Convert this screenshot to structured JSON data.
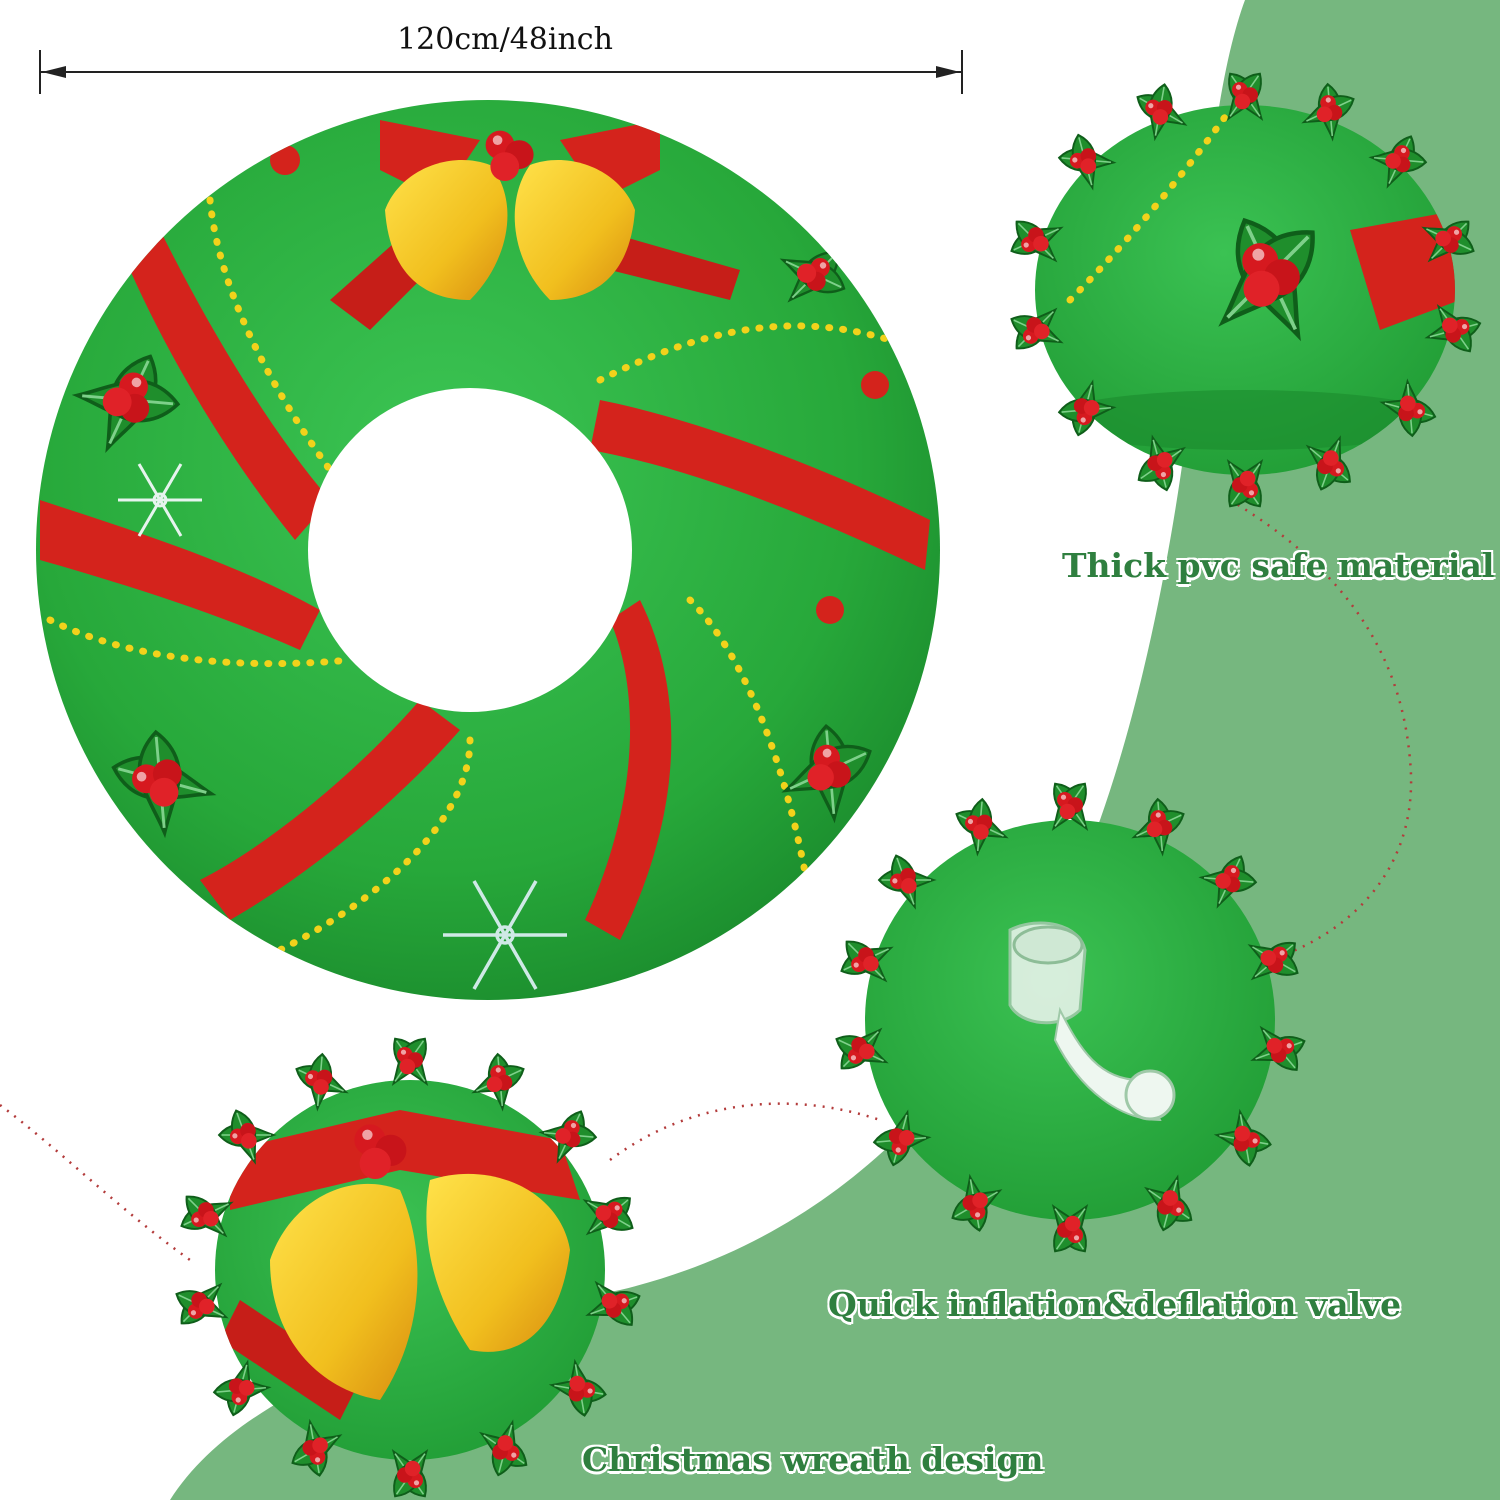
{
  "dimension": {
    "label": "120cm/48inch"
  },
  "features": [
    {
      "label": "Thick pvc safe material",
      "icon": "holly-wreath-icon"
    },
    {
      "label": "Quick inflation&deflation valve",
      "icon": "valve-icon"
    },
    {
      "label": "Christmas wreath design",
      "icon": "bell-icon"
    }
  ],
  "colors": {
    "tube_green": "#2bb041",
    "ribbon_red": "#d4231c",
    "bead_yellow": "#f2d21b",
    "background_green": "#76b77f"
  }
}
